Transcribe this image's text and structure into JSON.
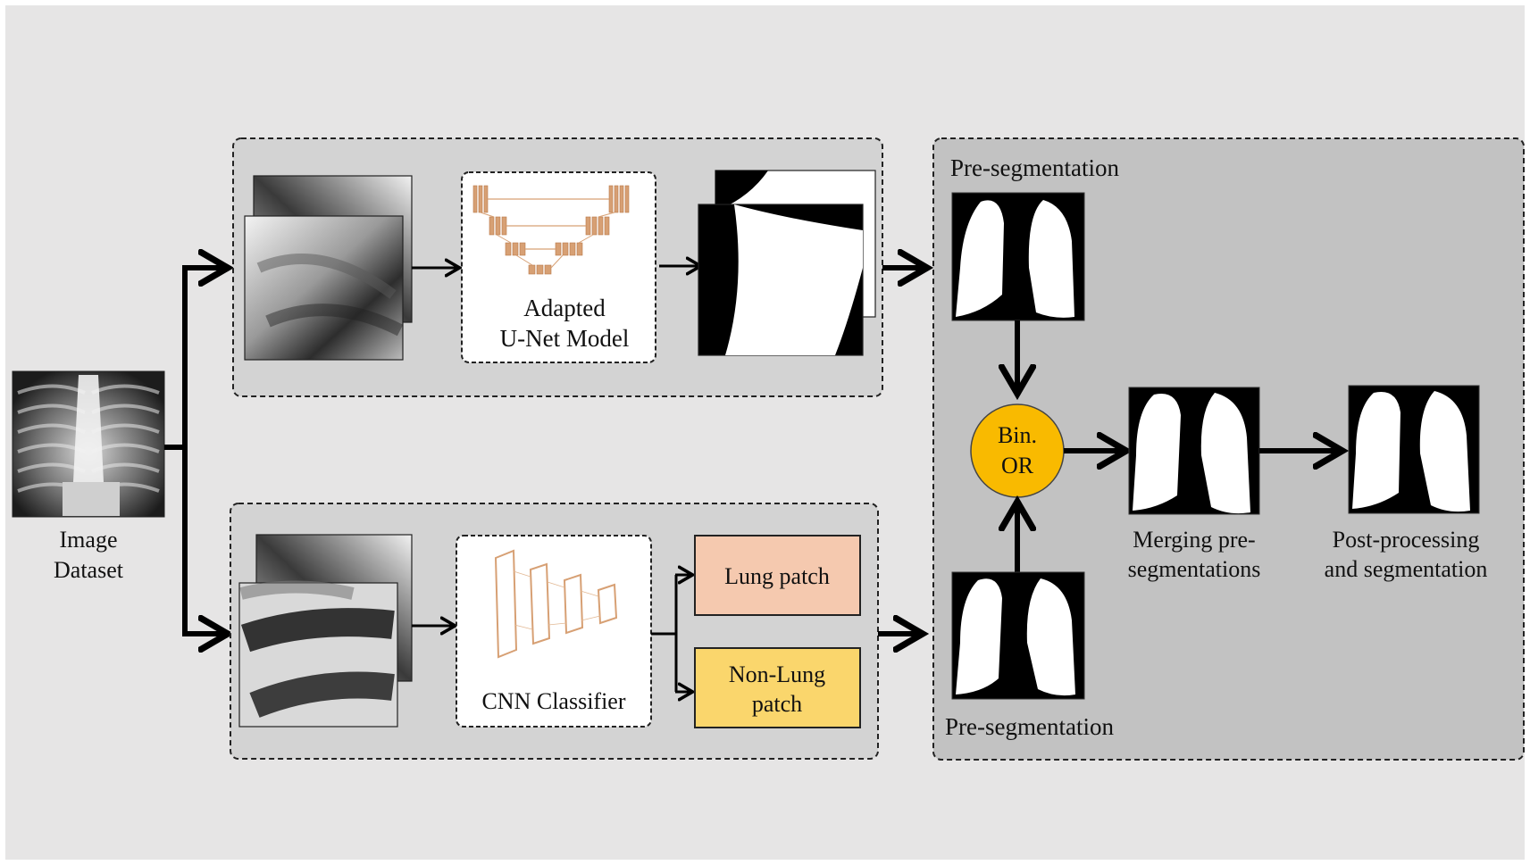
{
  "input": {
    "label_line1": "Image",
    "label_line2": "Dataset"
  },
  "unet": {
    "label_line1": "Adapted",
    "label_line2": "U-Net Model"
  },
  "cnn": {
    "label": "CNN Classifier",
    "lung_patch": "Lung patch",
    "non_lung_line1": "Non-Lung",
    "non_lung_line2": "patch"
  },
  "merge_panel": {
    "top_title": "Pre-segmentation",
    "bottom_title": "Pre-segmentation",
    "or_line1": "Bin.",
    "or_line2": "OR",
    "merge_line1": "Merging pre-",
    "merge_line2": "segmentations",
    "post_line1": "Post-processing",
    "post_line2": "and segmentation"
  },
  "colors": {
    "background": "#e6e5e5",
    "panel": "#d3d3d3",
    "right_panel": "#c2c2c2",
    "unet_orange": "#d7a074",
    "lung_patch": "#f5c9af",
    "non_lung_patch": "#fad66c",
    "or_node": "#f9ba00"
  }
}
